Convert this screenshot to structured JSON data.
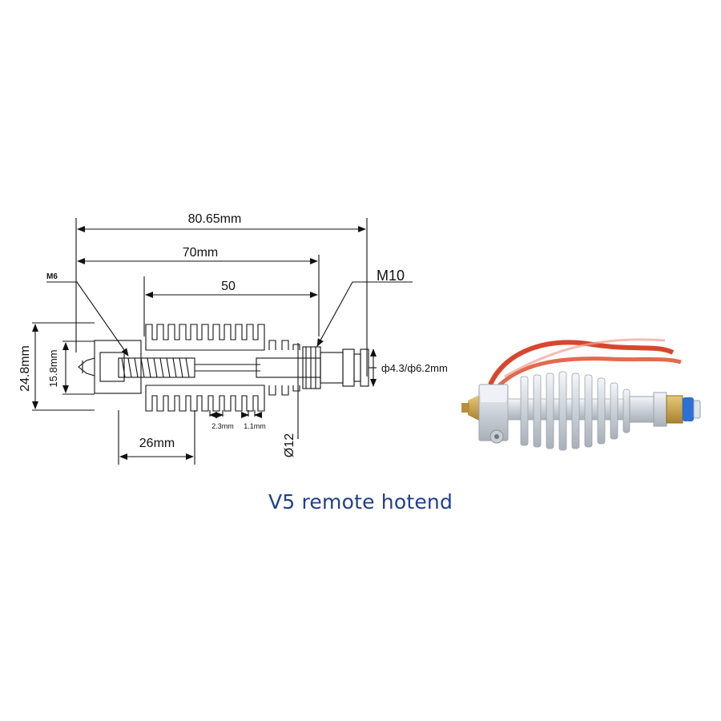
{
  "diagram": {
    "overall_length": "80.65mm",
    "body_length": "70mm",
    "heatsink_length": "50",
    "nozzle_thread": "M6",
    "top_thread": "M10",
    "block_height": "24.8mm",
    "block_inner": "15.8mm",
    "block_to_fins": "26mm",
    "fin_thickness": "2.3mm",
    "fin_gap": "1.1mm",
    "diameter": "Ø12",
    "bore": "ф4.3/ф6.2mm"
  },
  "caption": "V5 remote hotend",
  "colors": {
    "caption": "#1f3f8f",
    "aluminum": "#d9dde3",
    "brass": "#c9a24a",
    "fitting_blue": "#2c6fd6",
    "wire_red": "#d8462e"
  },
  "icons": {
    "product_photo": "hotend-photo-icon"
  }
}
